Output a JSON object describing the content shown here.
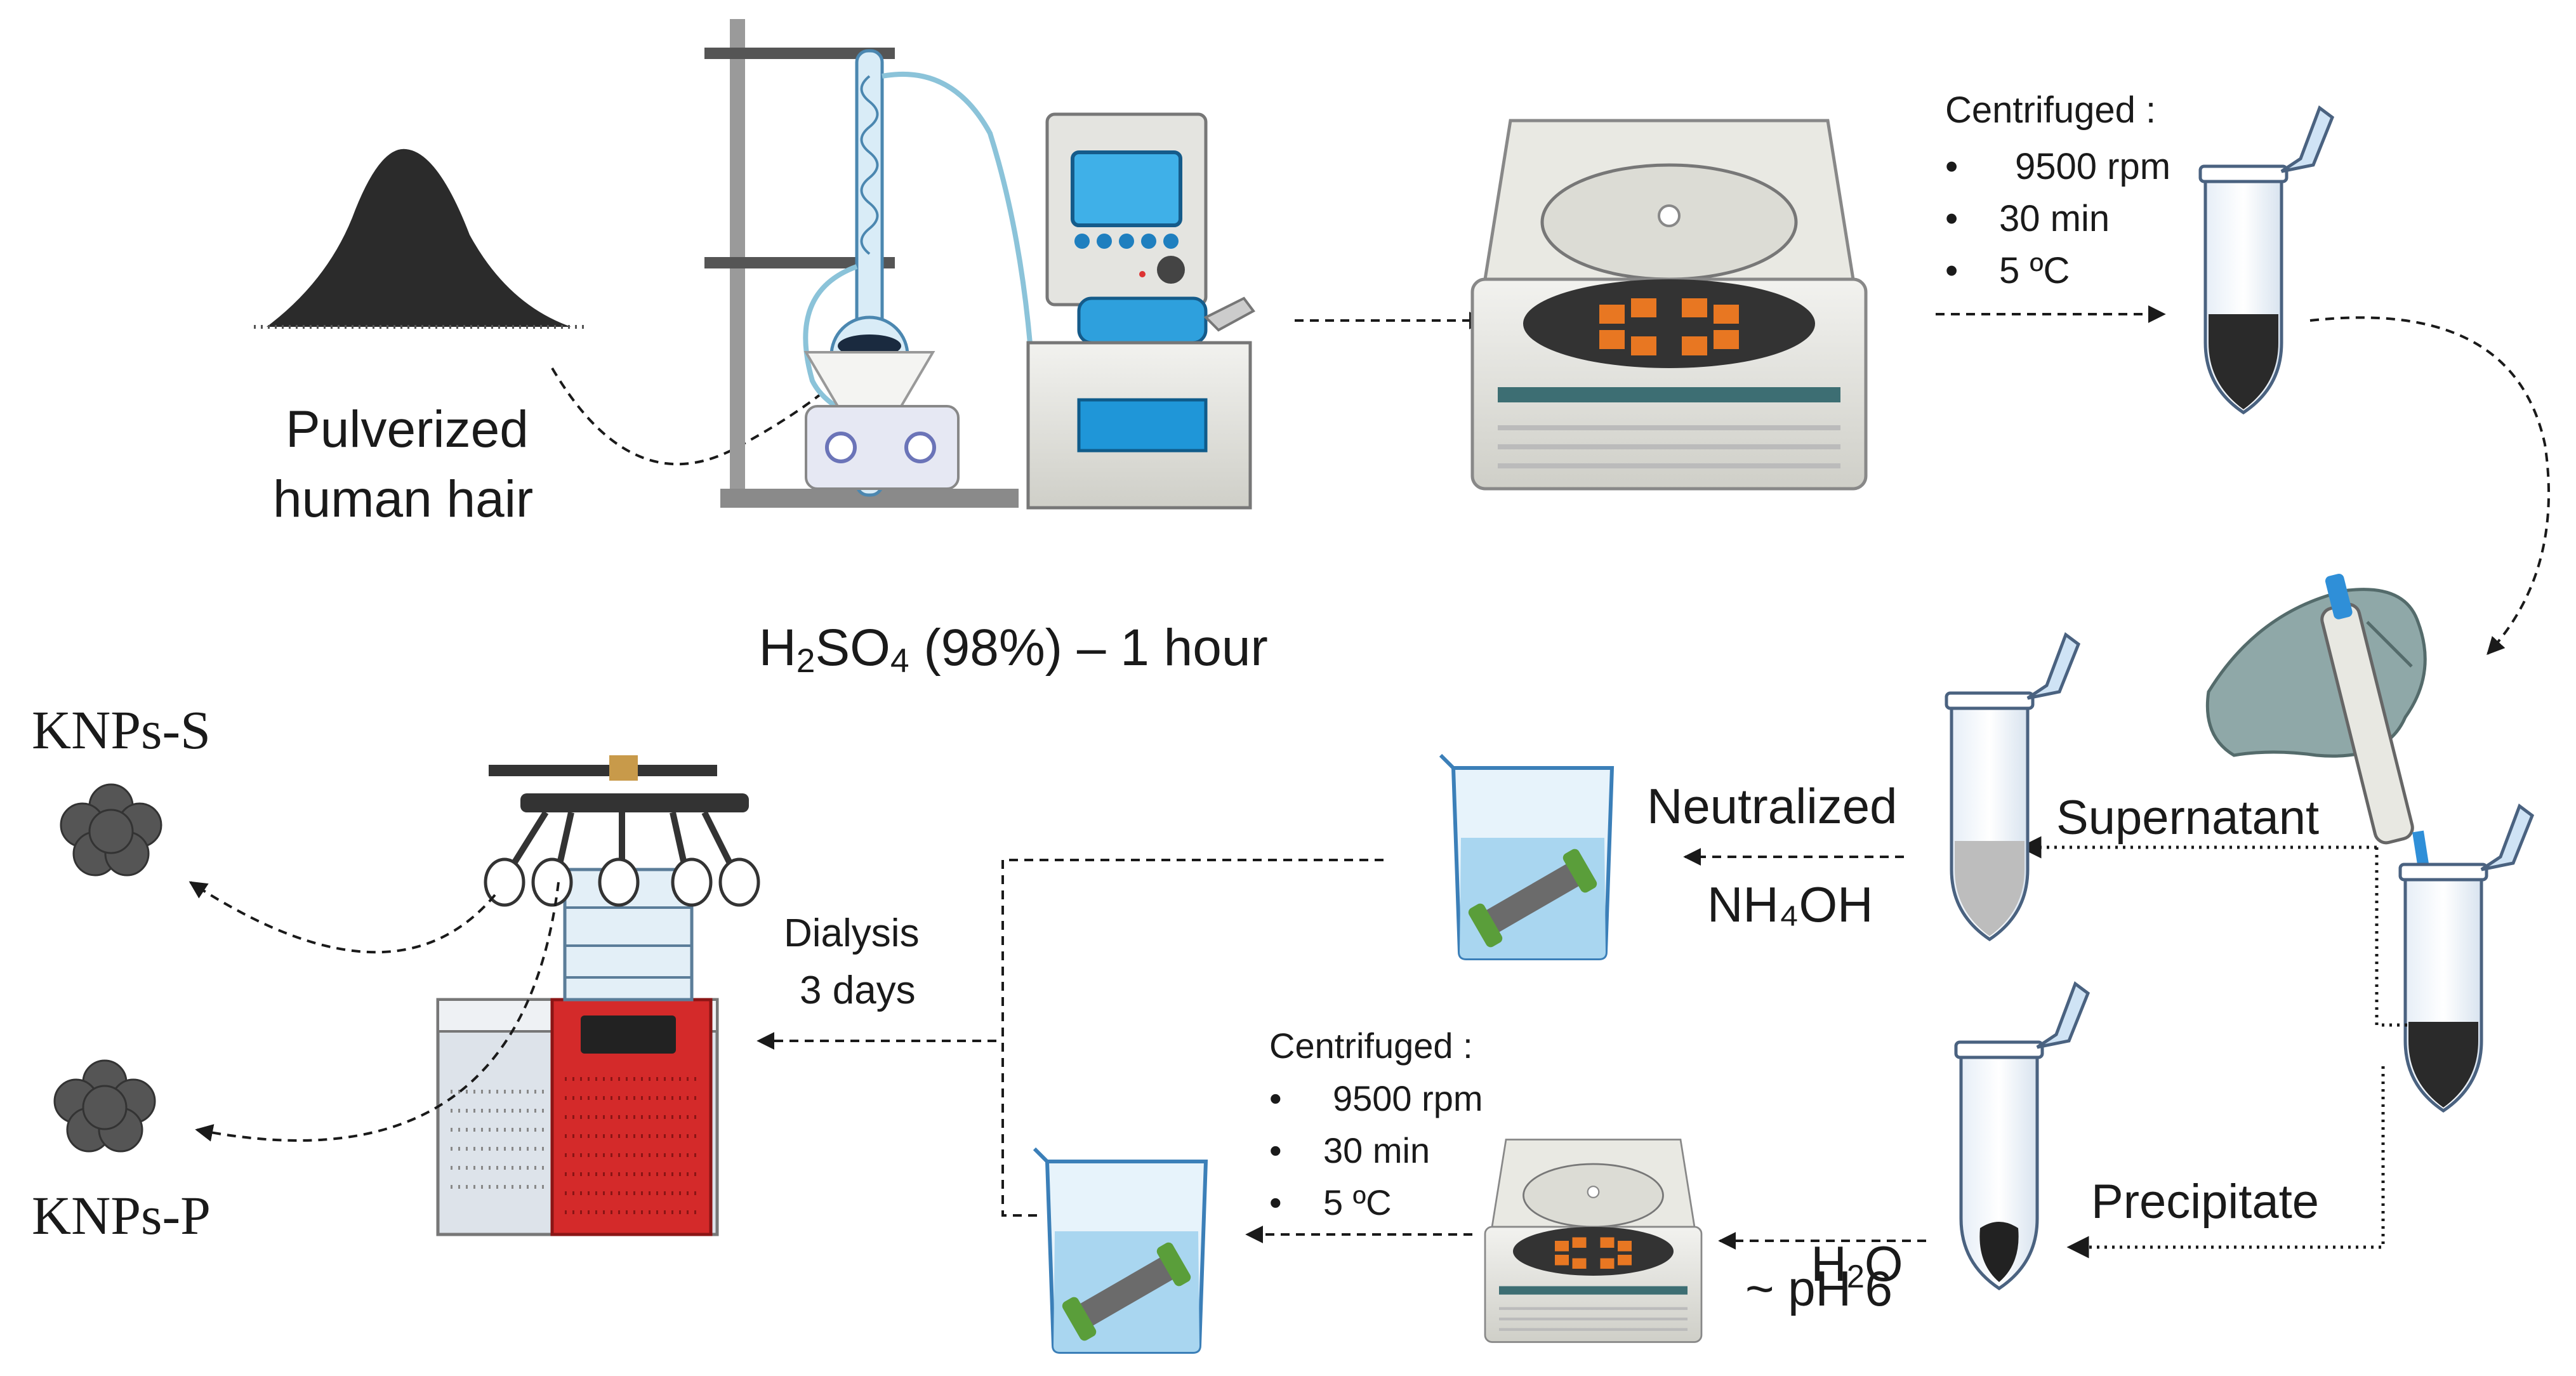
{
  "labels": {
    "hair": [
      "Pulverized",
      "human hair"
    ],
    "acid": {
      "h": "H",
      "sub2": "2",
      "so": "SO",
      "sub4": "4",
      "rest": " (98%) – 1 hour"
    },
    "centrifuge_top": {
      "title": "Centrifuged :",
      "items": [
        "9500 rpm",
        "30 min",
        "5 ºC"
      ]
    },
    "centrifuge_bottom": {
      "title": "Centrifuged :",
      "items": [
        "9500 rpm",
        "30 min",
        "5 ºC"
      ]
    },
    "supernatant": "Supernatant",
    "precipitate": "Precipitate",
    "neutralized": "Neutralized",
    "nh4oh": "NH₄OH",
    "water": {
      "h": "H",
      "sub": "2",
      "o": "O"
    },
    "ph": "~ pH 6",
    "dialysis": [
      "Dialysis",
      "3 days"
    ],
    "knps_s": "KNPs-S",
    "knps_p": "KNPs-P",
    "bullet": "•"
  },
  "colors": {
    "hair_powder": "#2b2b2b",
    "freeze_dryer_red": "#d42a2a",
    "centrifuge_rotor": "#e87722",
    "glove": "#8fa8a8",
    "pipette_tip": "#2f8fd8",
    "dialysis_bag": "#5a9e3a",
    "beaker_liquid": "#a9d6f0",
    "nanoparticle": "#555555"
  },
  "icons": [
    "powder-pile-icon",
    "reflux-apparatus-icon",
    "hot-plate-icon",
    "heating-bath-icon",
    "centrifuge-icon",
    "microtube-icon",
    "pipette-hand-icon",
    "beaker-dialysis-icon",
    "freeze-dryer-icon",
    "nanoparticle-cluster-icon"
  ]
}
